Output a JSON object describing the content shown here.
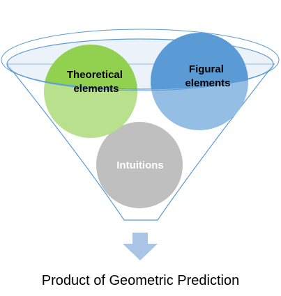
{
  "diagram": {
    "bubbles": [
      {
        "id": "theoretical",
        "lines": [
          "Theoretical",
          "elements"
        ],
        "color": "#92d050",
        "label_color": "#000000"
      },
      {
        "id": "figural",
        "lines": [
          "Figural",
          "elements"
        ],
        "color": "#5b9bd5",
        "label_color": "#000000"
      },
      {
        "id": "intuitions",
        "lines": [
          "Intuitions"
        ],
        "color": "#bfbfbf",
        "label_color": "#ffffff"
      }
    ],
    "caption": "Product of Geometric Prediction"
  },
  "colors": {
    "funnel_outline": "#5b9bd5",
    "funnel_rim_fill": "#dce8f4",
    "arrow_fill": "#a9c4e4"
  }
}
